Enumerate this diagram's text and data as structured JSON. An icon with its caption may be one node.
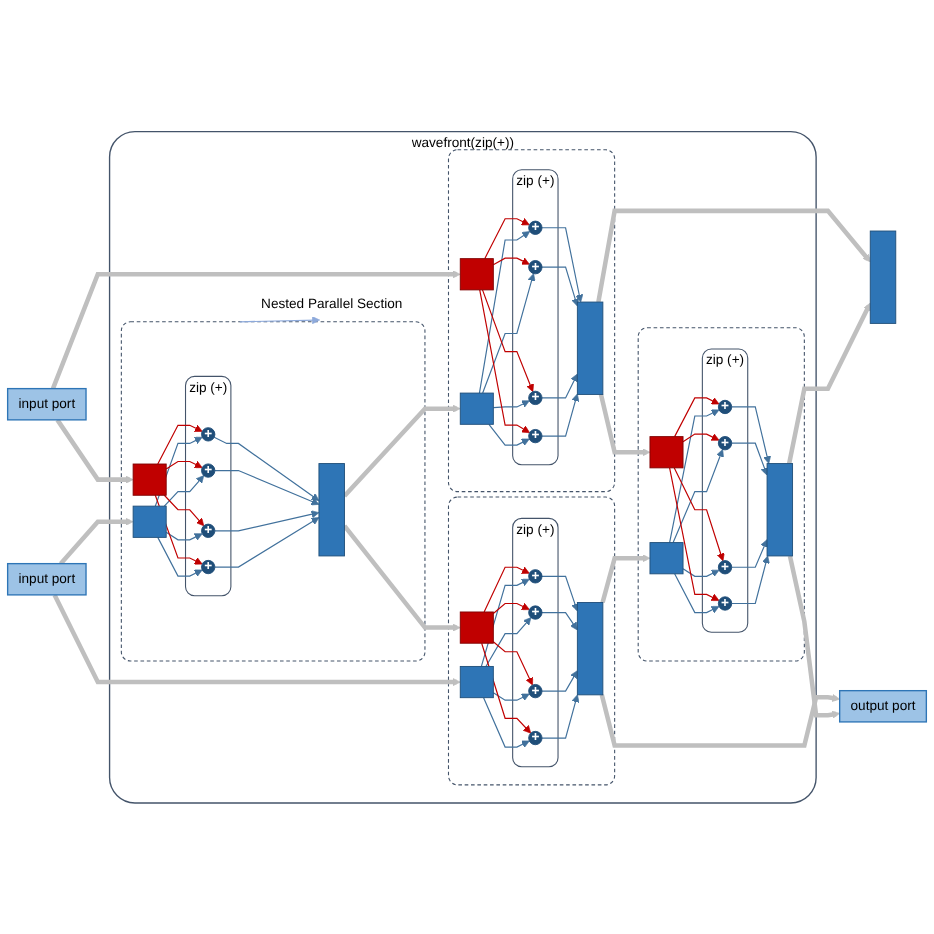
{
  "diagram": {
    "nodes": [
      {
        "text": [
          "input port"
        ]
      },
      {
        "text": [
          "wavefront(zip(+))"
        ]
      },
      {
        "text": [
          "Nested Parallel Section"
        ],
        "in": 1
      },
      {
        "text": [
          "input port"
        ]
      },
      {
        "text": [],
        "shape": "box",
        "in": 1
      },
      {
        "text": [],
        "shape": "box",
        "in": 4
      },
      {
        "text": [],
        "shape": "box",
        "in": 4
      },
      {
        "text": [
          "zip (+)"
        ],
        "in": 4
      },
      {
        "text": [
          "+"
        ],
        "in": 7
      },
      {
        "text": [
          "+"
        ],
        "in": 7
      },
      {
        "text": [
          "+"
        ],
        "in": 7
      },
      {
        "text": [
          "+"
        ],
        "in": 7
      },
      {
        "text": [],
        "shape": "bar",
        "in": 4
      },
      {
        "text": [],
        "shape": "box",
        "in": 1
      },
      {
        "text": [],
        "shape": "box",
        "in": 13
      },
      {
        "text": [],
        "shape": "box",
        "in": 13
      },
      {
        "text": [
          "zip (+)"
        ],
        "in": 13
      },
      {
        "text": [
          "+"
        ],
        "in": 16
      },
      {
        "text": [
          "+"
        ],
        "in": 16
      },
      {
        "text": [
          "+"
        ],
        "in": 16
      },
      {
        "text": [
          "+"
        ],
        "in": 16
      },
      {
        "text": [],
        "shape": "bar",
        "in": 13
      },
      {
        "text": [],
        "shape": "box",
        "in": 1
      },
      {
        "text": [],
        "shape": "box",
        "in": 22
      },
      {
        "text": [],
        "shape": "box",
        "in": 22
      },
      {
        "text": [
          "zip (+)"
        ],
        "in": 22
      },
      {
        "text": [
          "+"
        ],
        "in": 25
      },
      {
        "text": [
          "+"
        ],
        "in": 25
      },
      {
        "text": [
          "+"
        ],
        "in": 25
      },
      {
        "text": [
          "+"
        ],
        "in": 25
      },
      {
        "text": [],
        "shape": "bar",
        "in": 22
      },
      {
        "text": [],
        "shape": "box",
        "in": 1
      },
      {
        "text": [],
        "shape": "box",
        "in": 31
      },
      {
        "text": [],
        "shape": "box",
        "in": 31
      },
      {
        "text": [
          "zip (+)"
        ],
        "in": 31
      },
      {
        "text": [
          "+"
        ],
        "in": 34
      },
      {
        "text": [
          "+"
        ],
        "in": 34
      },
      {
        "text": [
          "+"
        ],
        "in": 34
      },
      {
        "text": [
          "+"
        ],
        "in": 34
      },
      {
        "text": [],
        "shape": "bar",
        "in": 31
      },
      {
        "text": [],
        "shape": "bar"
      },
      {
        "text": [
          "output port"
        ]
      }
    ],
    "edges": [
      {
        "from": 0,
        "to": 5,
        "arrow": "to",
        "style": "thick",
        "color": "#bfbfbf"
      },
      {
        "from": 0,
        "to": 14,
        "arrow": "to",
        "style": "thick",
        "color": "#bfbfbf"
      },
      {
        "from": 3,
        "to": 6,
        "arrow": "to",
        "style": "thick",
        "color": "#bfbfbf"
      },
      {
        "from": 3,
        "to": 24,
        "arrow": "to",
        "style": "thick",
        "color": "#bfbfbf"
      },
      {
        "from": 12,
        "to": 15,
        "arrow": "to",
        "style": "thick",
        "color": "#bfbfbf"
      },
      {
        "from": 12,
        "to": 23,
        "arrow": "to",
        "style": "thick",
        "color": "#bfbfbf"
      },
      {
        "from": 21,
        "to": 40,
        "arrow": "to",
        "style": "thick",
        "color": "#bfbfbf"
      },
      {
        "from": 21,
        "to": 32,
        "arrow": "to",
        "style": "thick",
        "color": "#bfbfbf"
      },
      {
        "from": 30,
        "to": 33,
        "arrow": "to",
        "style": "thick",
        "color": "#bfbfbf"
      },
      {
        "from": 30,
        "to": 41,
        "arrow": "to",
        "style": "thick",
        "color": "#bfbfbf"
      },
      {
        "from": 39,
        "to": 40,
        "arrow": "to",
        "style": "thick",
        "color": "#bfbfbf"
      },
      {
        "from": 39,
        "to": 41,
        "arrow": "to",
        "style": "thick",
        "color": "#bfbfbf"
      },
      {
        "from": 4,
        "to": 2,
        "arrow": "to",
        "color": "#8eaadb"
      },
      {
        "from": 5,
        "to": 8,
        "arrow": "to",
        "color": "#c00000"
      },
      {
        "from": 6,
        "to": 8,
        "arrow": "to"
      },
      {
        "from": 8,
        "to": 12,
        "arrow": "to"
      },
      {
        "from": 5,
        "to": 9,
        "arrow": "to",
        "color": "#c00000"
      },
      {
        "from": 6,
        "to": 9,
        "arrow": "to"
      },
      {
        "from": 9,
        "to": 12,
        "arrow": "to"
      },
      {
        "from": 5,
        "to": 10,
        "arrow": "to",
        "color": "#c00000"
      },
      {
        "from": 6,
        "to": 10,
        "arrow": "to"
      },
      {
        "from": 10,
        "to": 12,
        "arrow": "to"
      },
      {
        "from": 5,
        "to": 11,
        "arrow": "to",
        "color": "#c00000"
      },
      {
        "from": 6,
        "to": 11,
        "arrow": "to"
      },
      {
        "from": 11,
        "to": 12,
        "arrow": "to"
      },
      {
        "from": 14,
        "to": 17,
        "arrow": "to",
        "color": "#c00000"
      },
      {
        "from": 15,
        "to": 17,
        "arrow": "to"
      },
      {
        "from": 17,
        "to": 21,
        "arrow": "to"
      },
      {
        "from": 14,
        "to": 18,
        "arrow": "to",
        "color": "#c00000"
      },
      {
        "from": 15,
        "to": 18,
        "arrow": "to"
      },
      {
        "from": 18,
        "to": 21,
        "arrow": "to"
      },
      {
        "from": 14,
        "to": 19,
        "arrow": "to",
        "color": "#c00000"
      },
      {
        "from": 15,
        "to": 19,
        "arrow": "to"
      },
      {
        "from": 19,
        "to": 21,
        "arrow": "to"
      },
      {
        "from": 14,
        "to": 20,
        "arrow": "to",
        "color": "#c00000"
      },
      {
        "from": 15,
        "to": 20,
        "arrow": "to"
      },
      {
        "from": 20,
        "to": 21,
        "arrow": "to"
      },
      {
        "from": 23,
        "to": 26,
        "arrow": "to",
        "color": "#c00000"
      },
      {
        "from": 24,
        "to": 26,
        "arrow": "to"
      },
      {
        "from": 26,
        "to": 30,
        "arrow": "to"
      },
      {
        "from": 23,
        "to": 27,
        "arrow": "to",
        "color": "#c00000"
      },
      {
        "from": 24,
        "to": 27,
        "arrow": "to"
      },
      {
        "from": 27,
        "to": 30,
        "arrow": "to"
      },
      {
        "from": 23,
        "to": 28,
        "arrow": "to",
        "color": "#c00000"
      },
      {
        "from": 24,
        "to": 28,
        "arrow": "to"
      },
      {
        "from": 28,
        "to": 30,
        "arrow": "to"
      },
      {
        "from": 23,
        "to": 29,
        "arrow": "to",
        "color": "#c00000"
      },
      {
        "from": 24,
        "to": 29,
        "arrow": "to"
      },
      {
        "from": 29,
        "to": 30,
        "arrow": "to"
      },
      {
        "from": 32,
        "to": 35,
        "arrow": "to",
        "color": "#c00000"
      },
      {
        "from": 33,
        "to": 35,
        "arrow": "to"
      },
      {
        "from": 35,
        "to": 39,
        "arrow": "to"
      },
      {
        "from": 32,
        "to": 36,
        "arrow": "to",
        "color": "#c00000"
      },
      {
        "from": 33,
        "to": 36,
        "arrow": "to"
      },
      {
        "from": 36,
        "to": 39,
        "arrow": "to"
      },
      {
        "from": 32,
        "to": 37,
        "arrow": "to",
        "color": "#c00000"
      },
      {
        "from": 33,
        "to": 37,
        "arrow": "to"
      },
      {
        "from": 37,
        "to": 39,
        "arrow": "to"
      },
      {
        "from": 32,
        "to": 38,
        "arrow": "to",
        "color": "#c00000"
      },
      {
        "from": 33,
        "to": 38,
        "arrow": "to"
      },
      {
        "from": 38,
        "to": 39,
        "arrow": "to"
      }
    ]
  }
}
